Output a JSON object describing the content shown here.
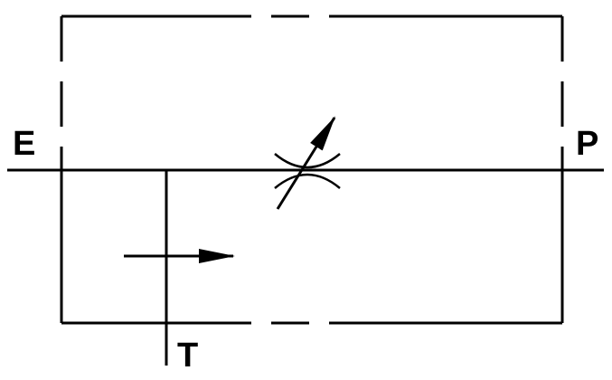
{
  "ports": {
    "e": "E",
    "p": "P",
    "t": "T"
  },
  "colors": {
    "line": "#000000",
    "background": "#ffffff"
  }
}
